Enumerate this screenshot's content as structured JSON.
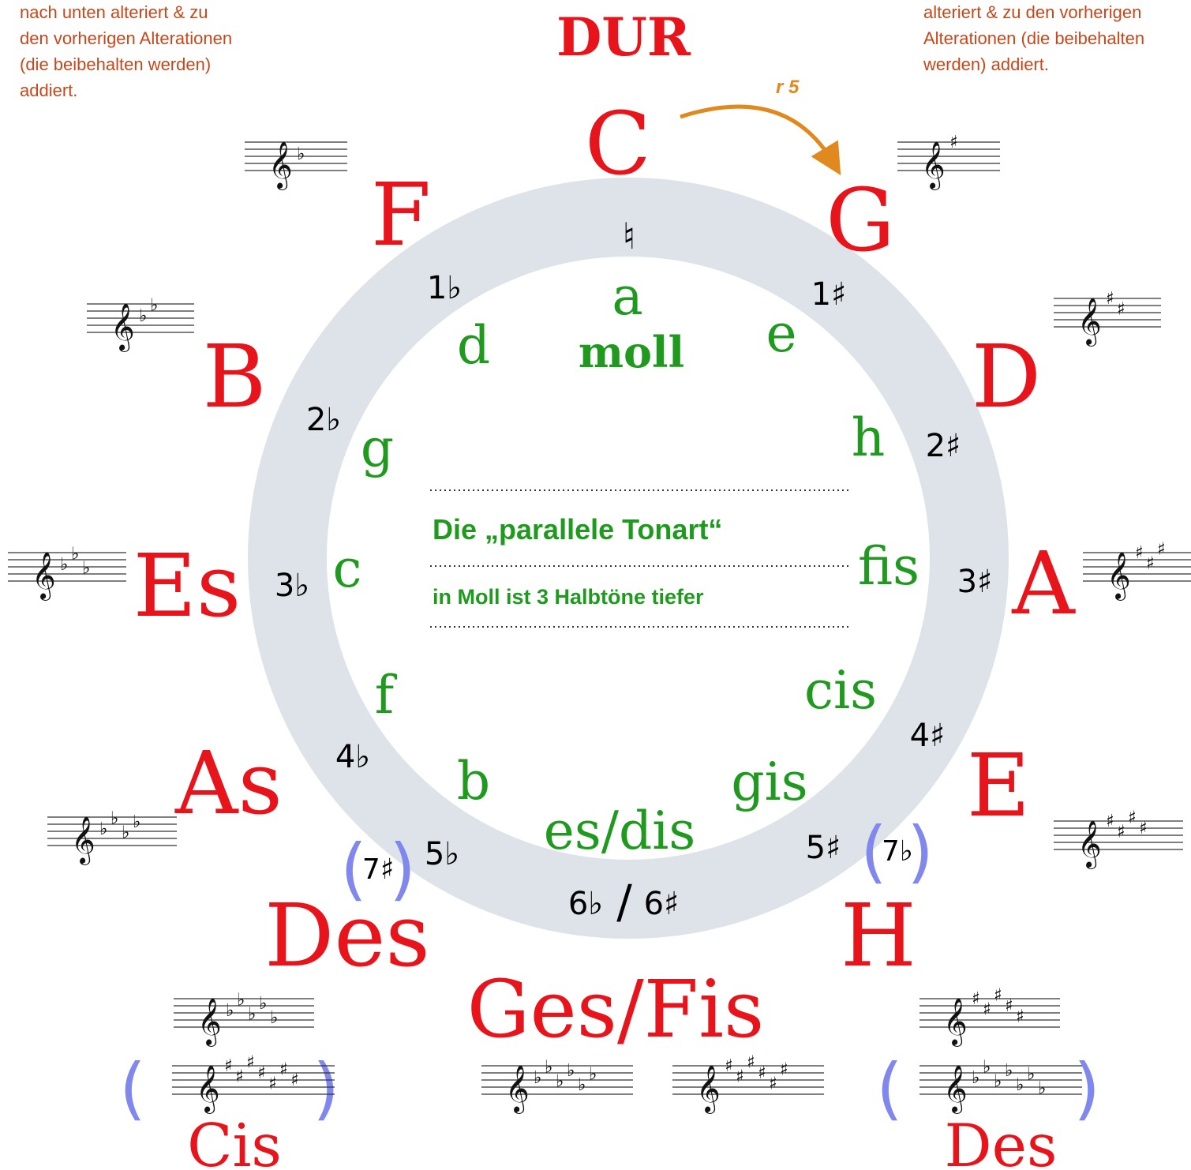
{
  "notes": {
    "left_lines": [
      "nach unten alteriert & zu",
      "den vorherigen Alterationen",
      "(die beibehalten werden)",
      "addiert."
    ],
    "right_lines": [
      "alteriert & zu den vorherigen",
      "Alterationen (die beibehalten",
      "werden) addiert."
    ]
  },
  "title": "DUR",
  "arrow_label": "r 5",
  "major": {
    "C": "C",
    "G": "G",
    "D": "D",
    "A": "A",
    "E": "E",
    "H": "H",
    "GesFis": "Ges/Fis",
    "Des": "Des",
    "As": "As",
    "Es": "Es",
    "B": "B",
    "F": "F",
    "Cis": "Cis",
    "Des2": "Des"
  },
  "minor": {
    "a": "a",
    "moll": "moll",
    "e": "e",
    "h": "h",
    "fis": "fis",
    "cis": "cis",
    "gis": "gis",
    "esdis": "es/dis",
    "b": "b",
    "f": "f",
    "c": "c",
    "g": "g",
    "d": "d"
  },
  "accidentals": {
    "natural": "♮",
    "s1": "1♯",
    "s2": "2♯",
    "s3": "3♯",
    "s4": "4♯",
    "s5": "5♯",
    "s6": "6♯",
    "slash": "/",
    "f6": "6♭",
    "f5": "5♭",
    "f4": "4♭",
    "f3": "3♭",
    "f2": "2♭",
    "f1": "1♭",
    "f7": "7♭",
    "s7": "7♯"
  },
  "center": {
    "line1": "Die „parallele Tonart“",
    "line2": "in Moll ist 3 Halbtöne tiefer"
  },
  "parens": {
    "open": "(",
    "close": ")"
  },
  "clef_glyph": "𝄞",
  "signatures": {
    "F": [
      "♭"
    ],
    "B": [
      "♭",
      "♭"
    ],
    "Es": [
      "♭",
      "♭",
      "♭"
    ],
    "As": [
      "♭",
      "♭",
      "♭",
      "♭"
    ],
    "Des": [
      "♭",
      "♭",
      "♭",
      "♭",
      "♭"
    ],
    "Ges": [
      "♭",
      "♭",
      "♭",
      "♭",
      "♭",
      "♭"
    ],
    "G": [
      "♯"
    ],
    "D": [
      "♯",
      "♯"
    ],
    "A": [
      "♯",
      "♯",
      "♯"
    ],
    "E": [
      "♯",
      "♯",
      "♯",
      "♯"
    ],
    "H": [
      "♯",
      "♯",
      "♯",
      "♯",
      "♯"
    ],
    "Fis": [
      "♯",
      "♯",
      "♯",
      "♯",
      "♯",
      "♯"
    ],
    "Cis": [
      "♯",
      "♯",
      "♯",
      "♯",
      "♯",
      "♯",
      "♯"
    ],
    "Des7": [
      "♭",
      "♭",
      "♭",
      "♭",
      "♭",
      "♭",
      "♭"
    ]
  },
  "colors": {
    "major": "#e8141c",
    "minor": "#1f9a1f",
    "ring": "#dde3e8",
    "paren": "#8088ee",
    "arrow": "#e0891e",
    "note": "#c8461a"
  }
}
